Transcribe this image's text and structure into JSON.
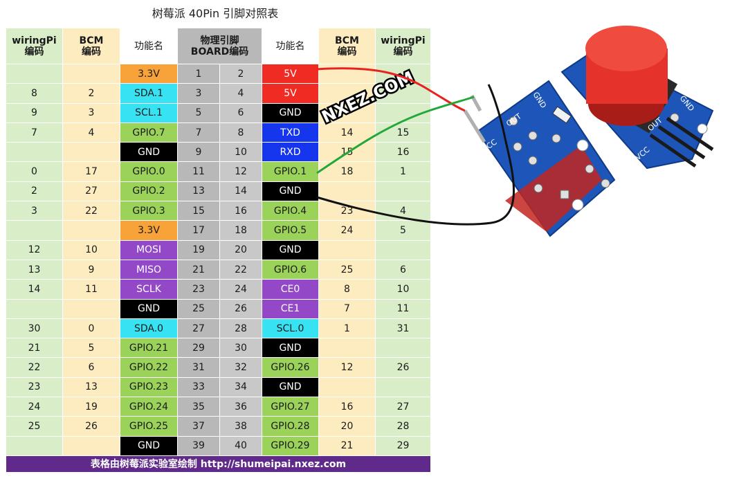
{
  "title": "树莓派 40Pin 引脚对照表",
  "header": {
    "wiringpi_line1": "wiringPi",
    "wiringpi_line2": "编码",
    "bcm_line1": "BCM",
    "bcm_line2": "编码",
    "function": "功能名",
    "board_line1": "物理引脚",
    "board_line2": "BOARD编码"
  },
  "rows": [
    {
      "lw": "",
      "lb": "",
      "lf": "3.3V",
      "lc": "orange",
      "pl": "1",
      "pr": "2",
      "rf": "5V",
      "rc": "red",
      "rb": "",
      "rw": ""
    },
    {
      "lw": "8",
      "lb": "2",
      "lf": "SDA.1",
      "lc": "cyan",
      "pl": "3",
      "pr": "4",
      "rf": "5V",
      "rc": "red",
      "rb": "",
      "rw": ""
    },
    {
      "lw": "9",
      "lb": "3",
      "lf": "SCL.1",
      "lc": "cyan",
      "pl": "5",
      "pr": "6",
      "rf": "GND",
      "rc": "black",
      "rb": "",
      "rw": ""
    },
    {
      "lw": "7",
      "lb": "4",
      "lf": "GPIO.7",
      "lc": "green",
      "pl": "7",
      "pr": "8",
      "rf": "TXD",
      "rc": "blue",
      "rb": "14",
      "rw": "15"
    },
    {
      "lw": "",
      "lb": "",
      "lf": "GND",
      "lc": "black",
      "pl": "9",
      "pr": "10",
      "rf": "RXD",
      "rc": "blue",
      "rb": "15",
      "rw": "16"
    },
    {
      "lw": "0",
      "lb": "17",
      "lf": "GPIO.0",
      "lc": "green",
      "pl": "11",
      "pr": "12",
      "rf": "GPIO.1",
      "rc": "green",
      "rb": "18",
      "rw": "1"
    },
    {
      "lw": "2",
      "lb": "27",
      "lf": "GPIO.2",
      "lc": "green",
      "pl": "13",
      "pr": "14",
      "rf": "GND",
      "rc": "black",
      "rb": "",
      "rw": ""
    },
    {
      "lw": "3",
      "lb": "22",
      "lf": "GPIO.3",
      "lc": "green",
      "pl": "15",
      "pr": "16",
      "rf": "GPIO.4",
      "rc": "green",
      "rb": "23",
      "rw": "4"
    },
    {
      "lw": "",
      "lb": "",
      "lf": "3.3V",
      "lc": "orange",
      "pl": "17",
      "pr": "18",
      "rf": "GPIO.5",
      "rc": "green",
      "rb": "24",
      "rw": "5"
    },
    {
      "lw": "12",
      "lb": "10",
      "lf": "MOSI",
      "lc": "purple",
      "pl": "19",
      "pr": "20",
      "rf": "GND",
      "rc": "black",
      "rb": "",
      "rw": ""
    },
    {
      "lw": "13",
      "lb": "9",
      "lf": "MISO",
      "lc": "purple",
      "pl": "21",
      "pr": "22",
      "rf": "GPIO.6",
      "rc": "green",
      "rb": "25",
      "rw": "6"
    },
    {
      "lw": "14",
      "lb": "11",
      "lf": "SCLK",
      "lc": "purple",
      "pl": "23",
      "pr": "24",
      "rf": "CE0",
      "rc": "purple",
      "rb": "8",
      "rw": "10"
    },
    {
      "lw": "",
      "lb": "",
      "lf": "GND",
      "lc": "black",
      "pl": "25",
      "pr": "26",
      "rf": "CE1",
      "rc": "purple",
      "rb": "7",
      "rw": "11"
    },
    {
      "lw": "30",
      "lb": "0",
      "lf": "SDA.0",
      "lc": "cyan",
      "pl": "27",
      "pr": "28",
      "rf": "SCL.0",
      "rc": "cyan",
      "rb": "1",
      "rw": "31"
    },
    {
      "lw": "21",
      "lb": "5",
      "lf": "GPIO.21",
      "lc": "green",
      "pl": "29",
      "pr": "30",
      "rf": "GND",
      "rc": "black",
      "rb": "",
      "rw": ""
    },
    {
      "lw": "22",
      "lb": "6",
      "lf": "GPIO.22",
      "lc": "green",
      "pl": "31",
      "pr": "32",
      "rf": "GPIO.26",
      "rc": "green",
      "rb": "12",
      "rw": "26"
    },
    {
      "lw": "23",
      "lb": "13",
      "lf": "GPIO.23",
      "lc": "green",
      "pl": "33",
      "pr": "34",
      "rf": "GND",
      "rc": "black",
      "rb": "",
      "rw": ""
    },
    {
      "lw": "24",
      "lb": "19",
      "lf": "GPIO.24",
      "lc": "green",
      "pl": "35",
      "pr": "36",
      "rf": "GPIO.27",
      "rc": "green",
      "rb": "16",
      "rw": "27"
    },
    {
      "lw": "25",
      "lb": "26",
      "lf": "GPIO.25",
      "lc": "green",
      "pl": "37",
      "pr": "38",
      "rf": "GPIO.28",
      "rc": "green",
      "rb": "20",
      "rw": "28"
    },
    {
      "lw": "",
      "lb": "",
      "lf": "GND",
      "lc": "black",
      "pl": "39",
      "pr": "40",
      "rf": "GPIO.29",
      "rc": "green",
      "rb": "21",
      "rw": "29"
    }
  ],
  "footer": "表格由树莓派实验室绘制 http://shumeipai.nxez.com",
  "watermark": "NXEZ.COM",
  "module": {
    "left_labels": {
      "gnd": "GND",
      "out": "OUT",
      "vcc": "VCC"
    },
    "right_labels": {
      "gnd": "GND",
      "out": "OUT",
      "vcc": "VCC"
    }
  },
  "colors": {
    "orange": "#f7a33a",
    "red": "#ef2b24",
    "cyan": "#37e3f2",
    "black": "#000000",
    "green": "#9bd35a",
    "blue": "#1636ee",
    "purple": "#9248c7",
    "wire_red": "#e8231f",
    "wire_green": "#22a83a",
    "wire_black": "#111111",
    "pcb": "#1d56b8",
    "button": "#e5322a"
  }
}
